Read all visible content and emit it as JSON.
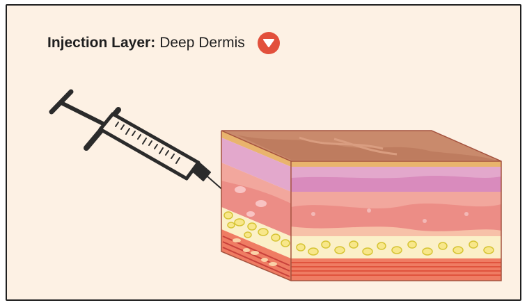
{
  "header": {
    "label": "Injection Layer:",
    "selected_value": "Deep Dermis",
    "dropdown_icon": "chevron-down-icon"
  },
  "illustration": {
    "syringe_icon": "syringe-icon",
    "skin_diagram": "skin-layers-block"
  },
  "colors": {
    "panel_bg": "#fdf1e4",
    "accent": "#e2503c",
    "border": "#1f1f1f"
  }
}
